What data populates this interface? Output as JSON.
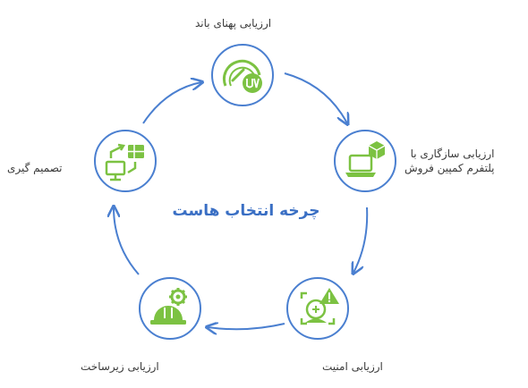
{
  "center_title": "چرخه انتخاب هاست",
  "colors": {
    "arrow": "#4a7fd0",
    "circle_stroke": "#4a7fd0",
    "icon_green": "#7cc242"
  },
  "nodes": [
    {
      "label": "ارزیابی پهنای باند",
      "icon": "bandwidth-gauge-icon"
    },
    {
      "label_line1": "ارزیابی سازگاری با",
      "label_line2": "پلتفرم کمپین فروش",
      "icon": "laptop-cube-icon"
    },
    {
      "label": "ارزیابی امنیت",
      "icon": "security-warning-icon"
    },
    {
      "label": "ارزیابی زیرساخت",
      "icon": "helmet-gear-icon"
    },
    {
      "label": "تصمیم گیری",
      "icon": "decision-monitor-icon"
    }
  ]
}
